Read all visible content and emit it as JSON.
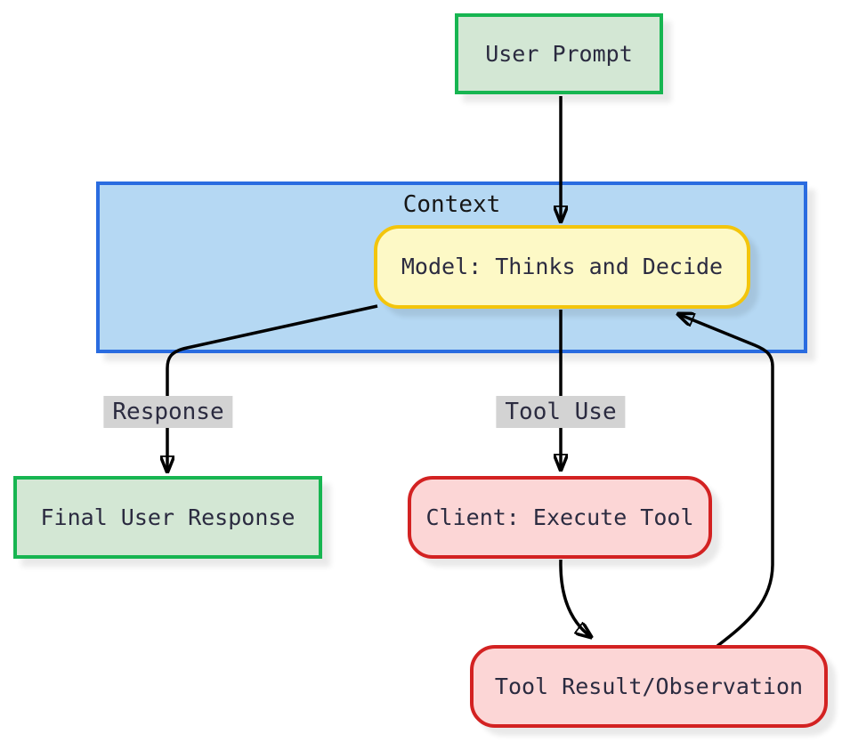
{
  "diagram": {
    "nodes": {
      "user_prompt": {
        "label": "User Prompt"
      },
      "context": {
        "label": "Context"
      },
      "model": {
        "label": "Model: Thinks and Decide"
      },
      "final_response": {
        "label": "Final User Response"
      },
      "client": {
        "label": "Client: Execute Tool"
      },
      "tool_result": {
        "label": "Tool Result/Observation"
      }
    },
    "edge_labels": {
      "response": "Response",
      "tool_use": "Tool Use"
    },
    "colors": {
      "green_border": "#17b551",
      "green_fill": "#d3e7d4",
      "blue_border": "#2a6ce0",
      "blue_fill": "#b5d8f3",
      "yellow_border": "#f3c50c",
      "yellow_fill": "#fdf9c6",
      "red_border": "#d32222",
      "red_fill": "#fcd6d6",
      "label_bg": "#d3d3d3",
      "text": "#2b2b40",
      "edge": "#000000"
    }
  }
}
